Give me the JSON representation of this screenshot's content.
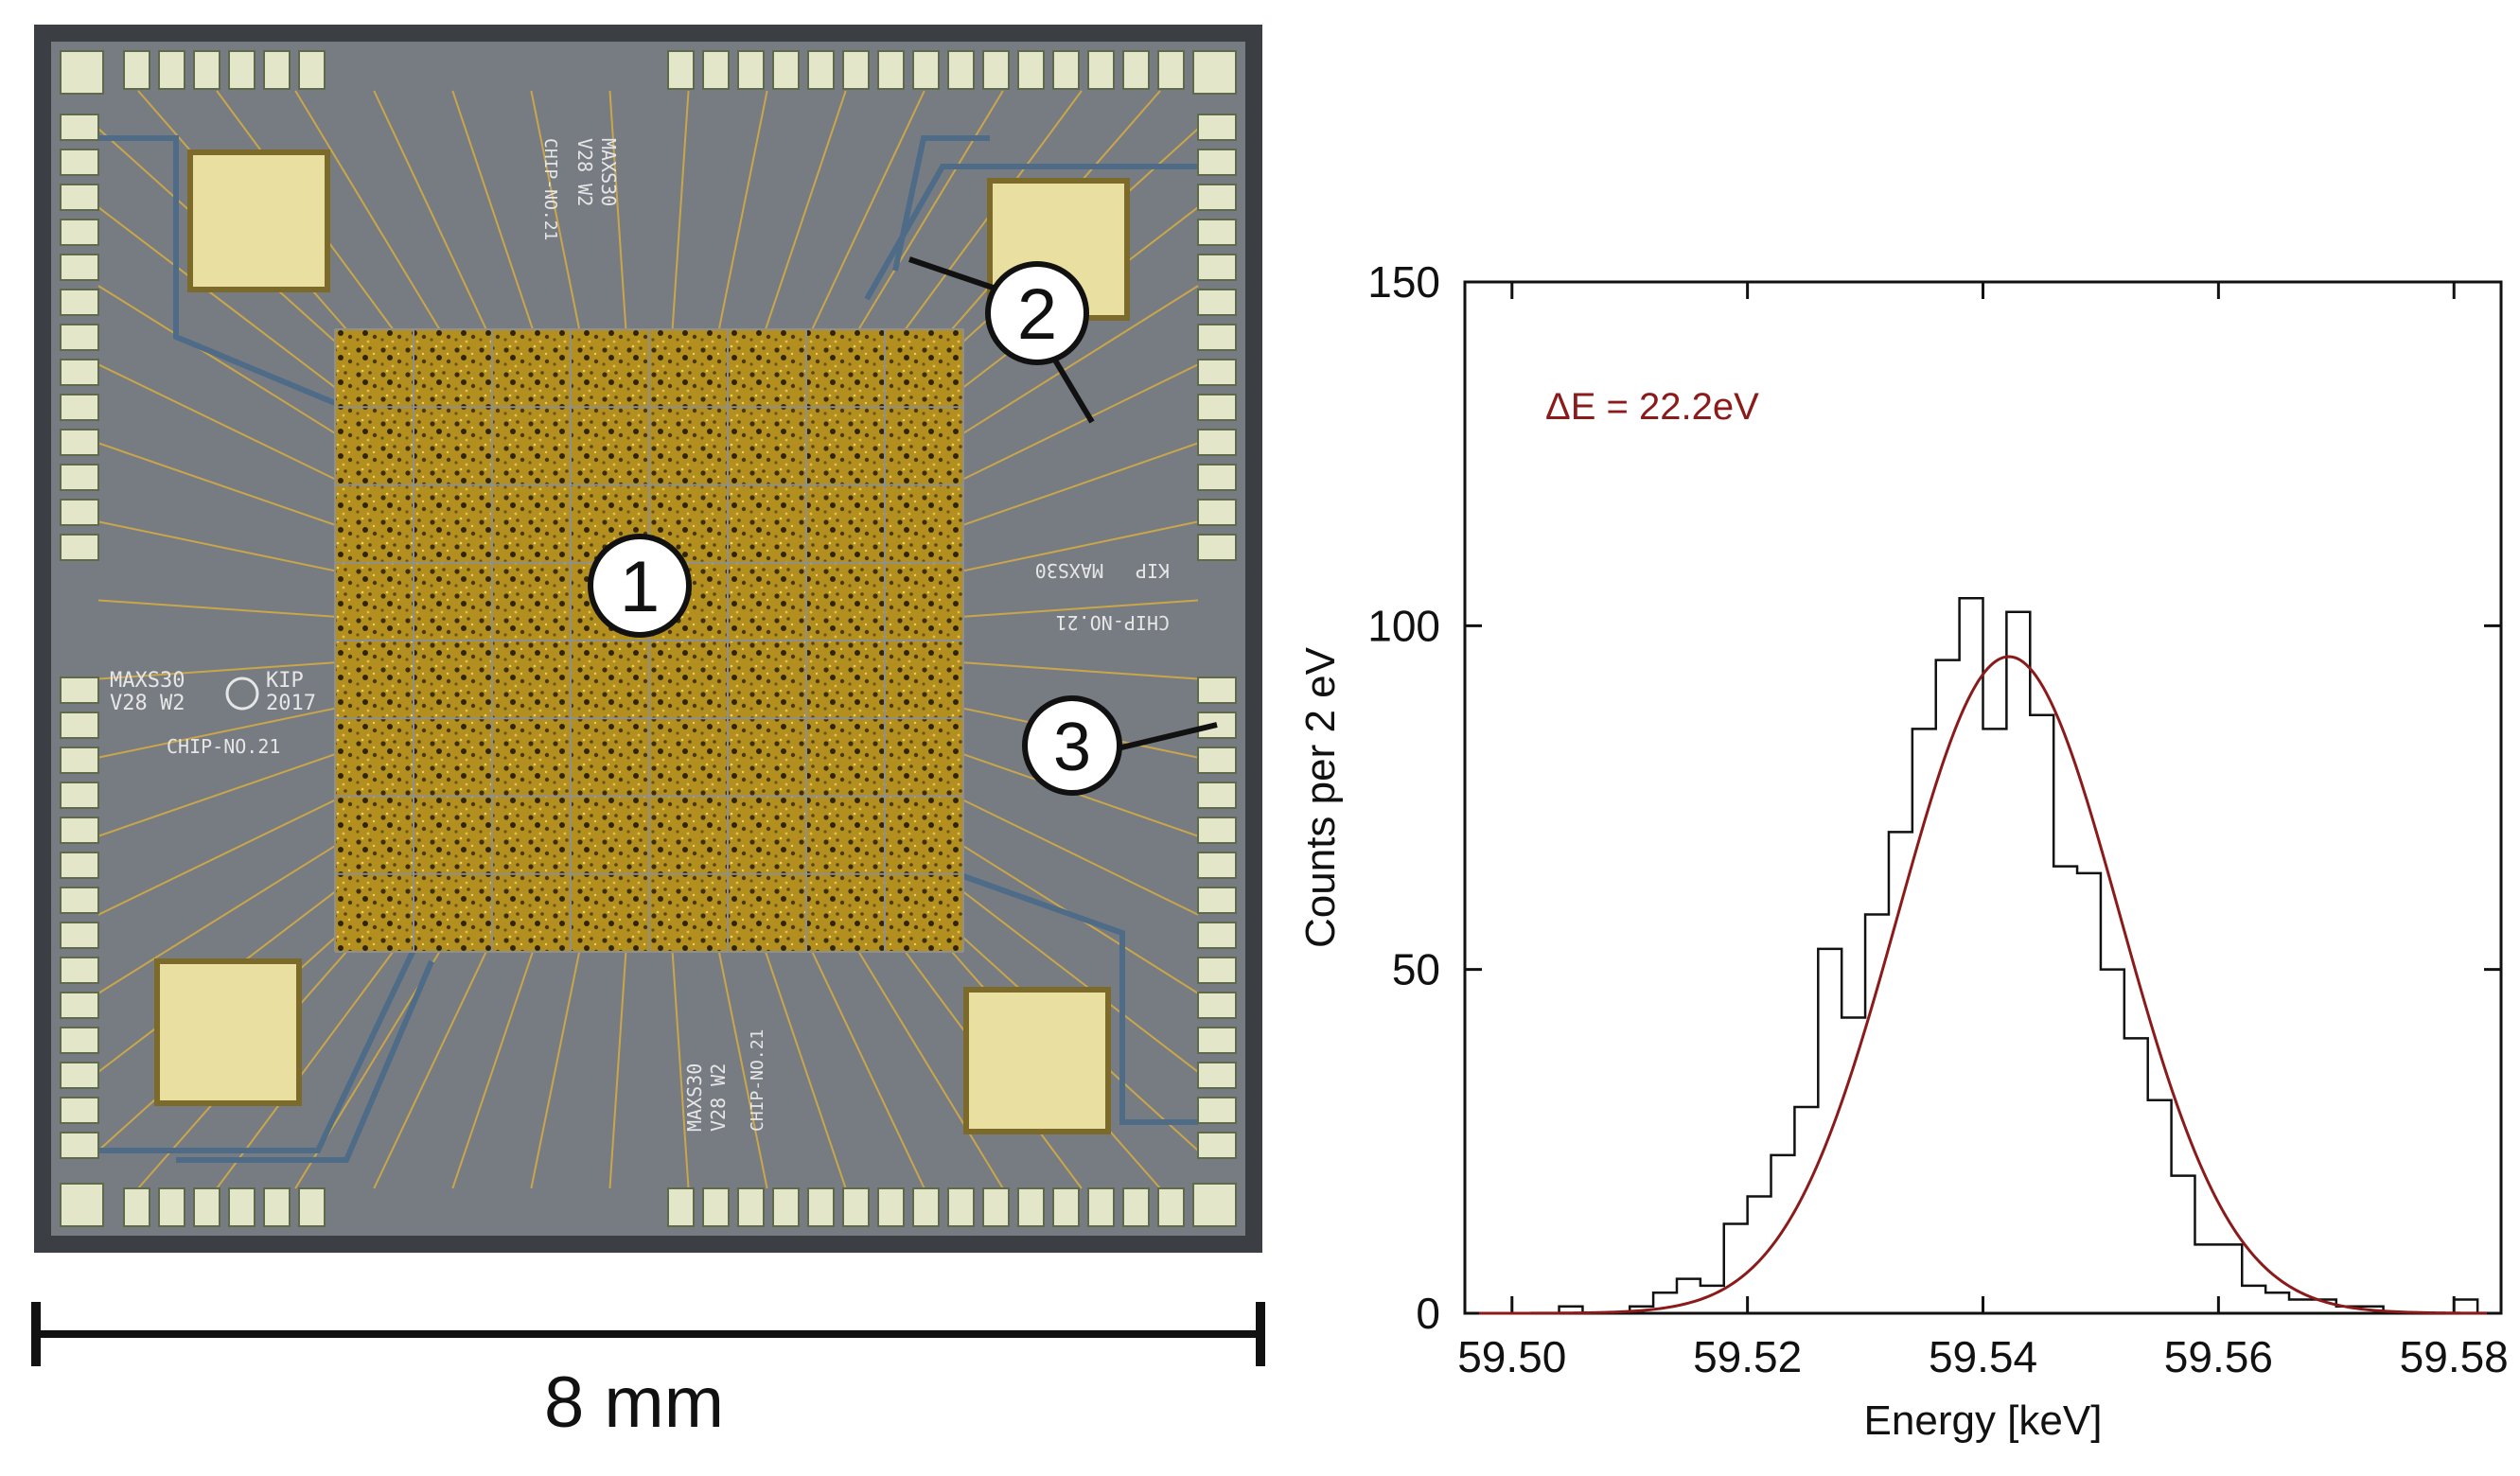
{
  "chip": {
    "callouts": [
      "1",
      "2",
      "3"
    ],
    "markings": {
      "chip_id": "CHIP-NO.21",
      "design": "MAXS30",
      "version": "V28 W2",
      "lab": "KIP",
      "year": "2017"
    }
  },
  "scale_bar": {
    "label": "8 mm"
  },
  "chart_data": {
    "type": "line",
    "title": "",
    "xlabel": "Energy [keV]",
    "ylabel": "Counts per  2 eV",
    "xlim": [
      59.496,
      59.584
    ],
    "ylim": [
      0,
      150
    ],
    "xticks": [
      59.5,
      59.52,
      59.54,
      59.56,
      59.58
    ],
    "xtick_labels": [
      "59.50",
      "59.52",
      "59.54",
      "59.56",
      "59.58"
    ],
    "yticks": [
      0,
      50,
      100,
      150
    ],
    "ytick_labels": [
      "0",
      "50",
      "100",
      "150"
    ],
    "annotation": "ΔE = 22.2eV",
    "grid": false,
    "legend": "none",
    "series": [
      {
        "kind": "histogram",
        "bin_width_kev": 0.002,
        "bin_centers": [
          59.505,
          59.511,
          59.513,
          59.515,
          59.517,
          59.519,
          59.521,
          59.523,
          59.525,
          59.527,
          59.529,
          59.531,
          59.533,
          59.535,
          59.537,
          59.539,
          59.541,
          59.543,
          59.545,
          59.547,
          59.549,
          59.551,
          59.553,
          59.555,
          59.557,
          59.559,
          59.561,
          59.563,
          59.565,
          59.567,
          59.569,
          59.571,
          59.573,
          59.575,
          59.581
        ],
        "counts": [
          1,
          1,
          3,
          5,
          4,
          13,
          17,
          23,
          30,
          53,
          43,
          58,
          70,
          85,
          95,
          104,
          85,
          102,
          87,
          65,
          64,
          50,
          40,
          31,
          20,
          10,
          10,
          4,
          3,
          2,
          2,
          1,
          1,
          0,
          2
        ],
        "color": "#111111"
      },
      {
        "kind": "gaussian_fit",
        "amplitude": 95.5,
        "center_kev": 59.5422,
        "fwhm_ev": 22.2,
        "color": "#8b1a1a"
      }
    ]
  }
}
